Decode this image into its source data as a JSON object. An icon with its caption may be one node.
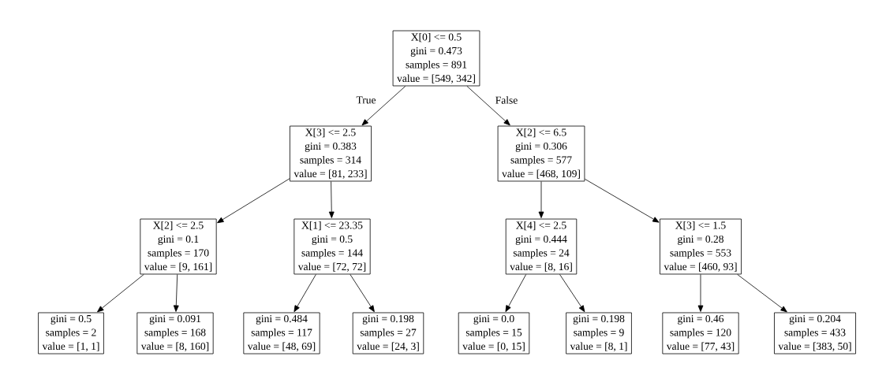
{
  "diagram": {
    "nodes": [
      {
        "text": [
          "X[0] <= 0.5",
          "gini = 0.473",
          "samples = 891",
          "value = [549, 342]"
        ]
      },
      {
        "text": [
          "X[3] <= 2.5",
          "gini = 0.383",
          "samples = 314",
          "value = [81, 233]"
        ]
      },
      {
        "text": [
          "X[2] <= 6.5",
          "gini = 0.306",
          "samples = 577",
          "value = [468, 109]"
        ]
      },
      {
        "text": [
          "X[2] <= 2.5",
          "gini = 0.1",
          "samples = 170",
          "value = [9, 161]"
        ]
      },
      {
        "text": [
          "X[1] <= 23.35",
          "gini = 0.5",
          "samples = 144",
          "value = [72, 72]"
        ]
      },
      {
        "text": [
          "X[4] <= 2.5",
          "gini = 0.444",
          "samples = 24",
          "value = [8, 16]"
        ]
      },
      {
        "text": [
          "X[3] <= 1.5",
          "gini = 0.28",
          "samples = 553",
          "value = [460, 93]"
        ]
      },
      {
        "text": [
          "gini = 0.5",
          "samples = 2",
          "value = [1, 1]"
        ]
      },
      {
        "text": [
          "gini = 0.091",
          "samples = 168",
          "value = [8, 160]"
        ]
      },
      {
        "text": [
          "gini = 0.484",
          "samples = 117",
          "value = [48, 69]"
        ]
      },
      {
        "text": [
          "gini = 0.198",
          "samples = 27",
          "value = [24, 3]"
        ]
      },
      {
        "text": [
          "gini = 0.0",
          "samples = 15",
          "value = [0, 15]"
        ]
      },
      {
        "text": [
          "gini = 0.198",
          "samples = 9",
          "value = [8, 1]"
        ]
      },
      {
        "text": [
          "gini = 0.46",
          "samples = 120",
          "value = [77, 43]"
        ]
      },
      {
        "text": [
          "gini = 0.204",
          "samples = 433",
          "value = [383, 50]"
        ]
      }
    ],
    "edges": [
      {
        "from": 0,
        "to": 1,
        "arrow": "to",
        "label": "True"
      },
      {
        "from": 0,
        "to": 2,
        "arrow": "to",
        "label": "False"
      },
      {
        "from": 1,
        "to": 3,
        "arrow": "to"
      },
      {
        "from": 1,
        "to": 4,
        "arrow": "to"
      },
      {
        "from": 2,
        "to": 5,
        "arrow": "to"
      },
      {
        "from": 2,
        "to": 6,
        "arrow": "to"
      },
      {
        "from": 3,
        "to": 7,
        "arrow": "to"
      },
      {
        "from": 3,
        "to": 8,
        "arrow": "to"
      },
      {
        "from": 4,
        "to": 9,
        "arrow": "to"
      },
      {
        "from": 4,
        "to": 10,
        "arrow": "to"
      },
      {
        "from": 5,
        "to": 11,
        "arrow": "to"
      },
      {
        "from": 5,
        "to": 12,
        "arrow": "to"
      },
      {
        "from": 6,
        "to": 13,
        "arrow": "to"
      },
      {
        "from": 6,
        "to": 14,
        "arrow": "to"
      }
    ]
  }
}
